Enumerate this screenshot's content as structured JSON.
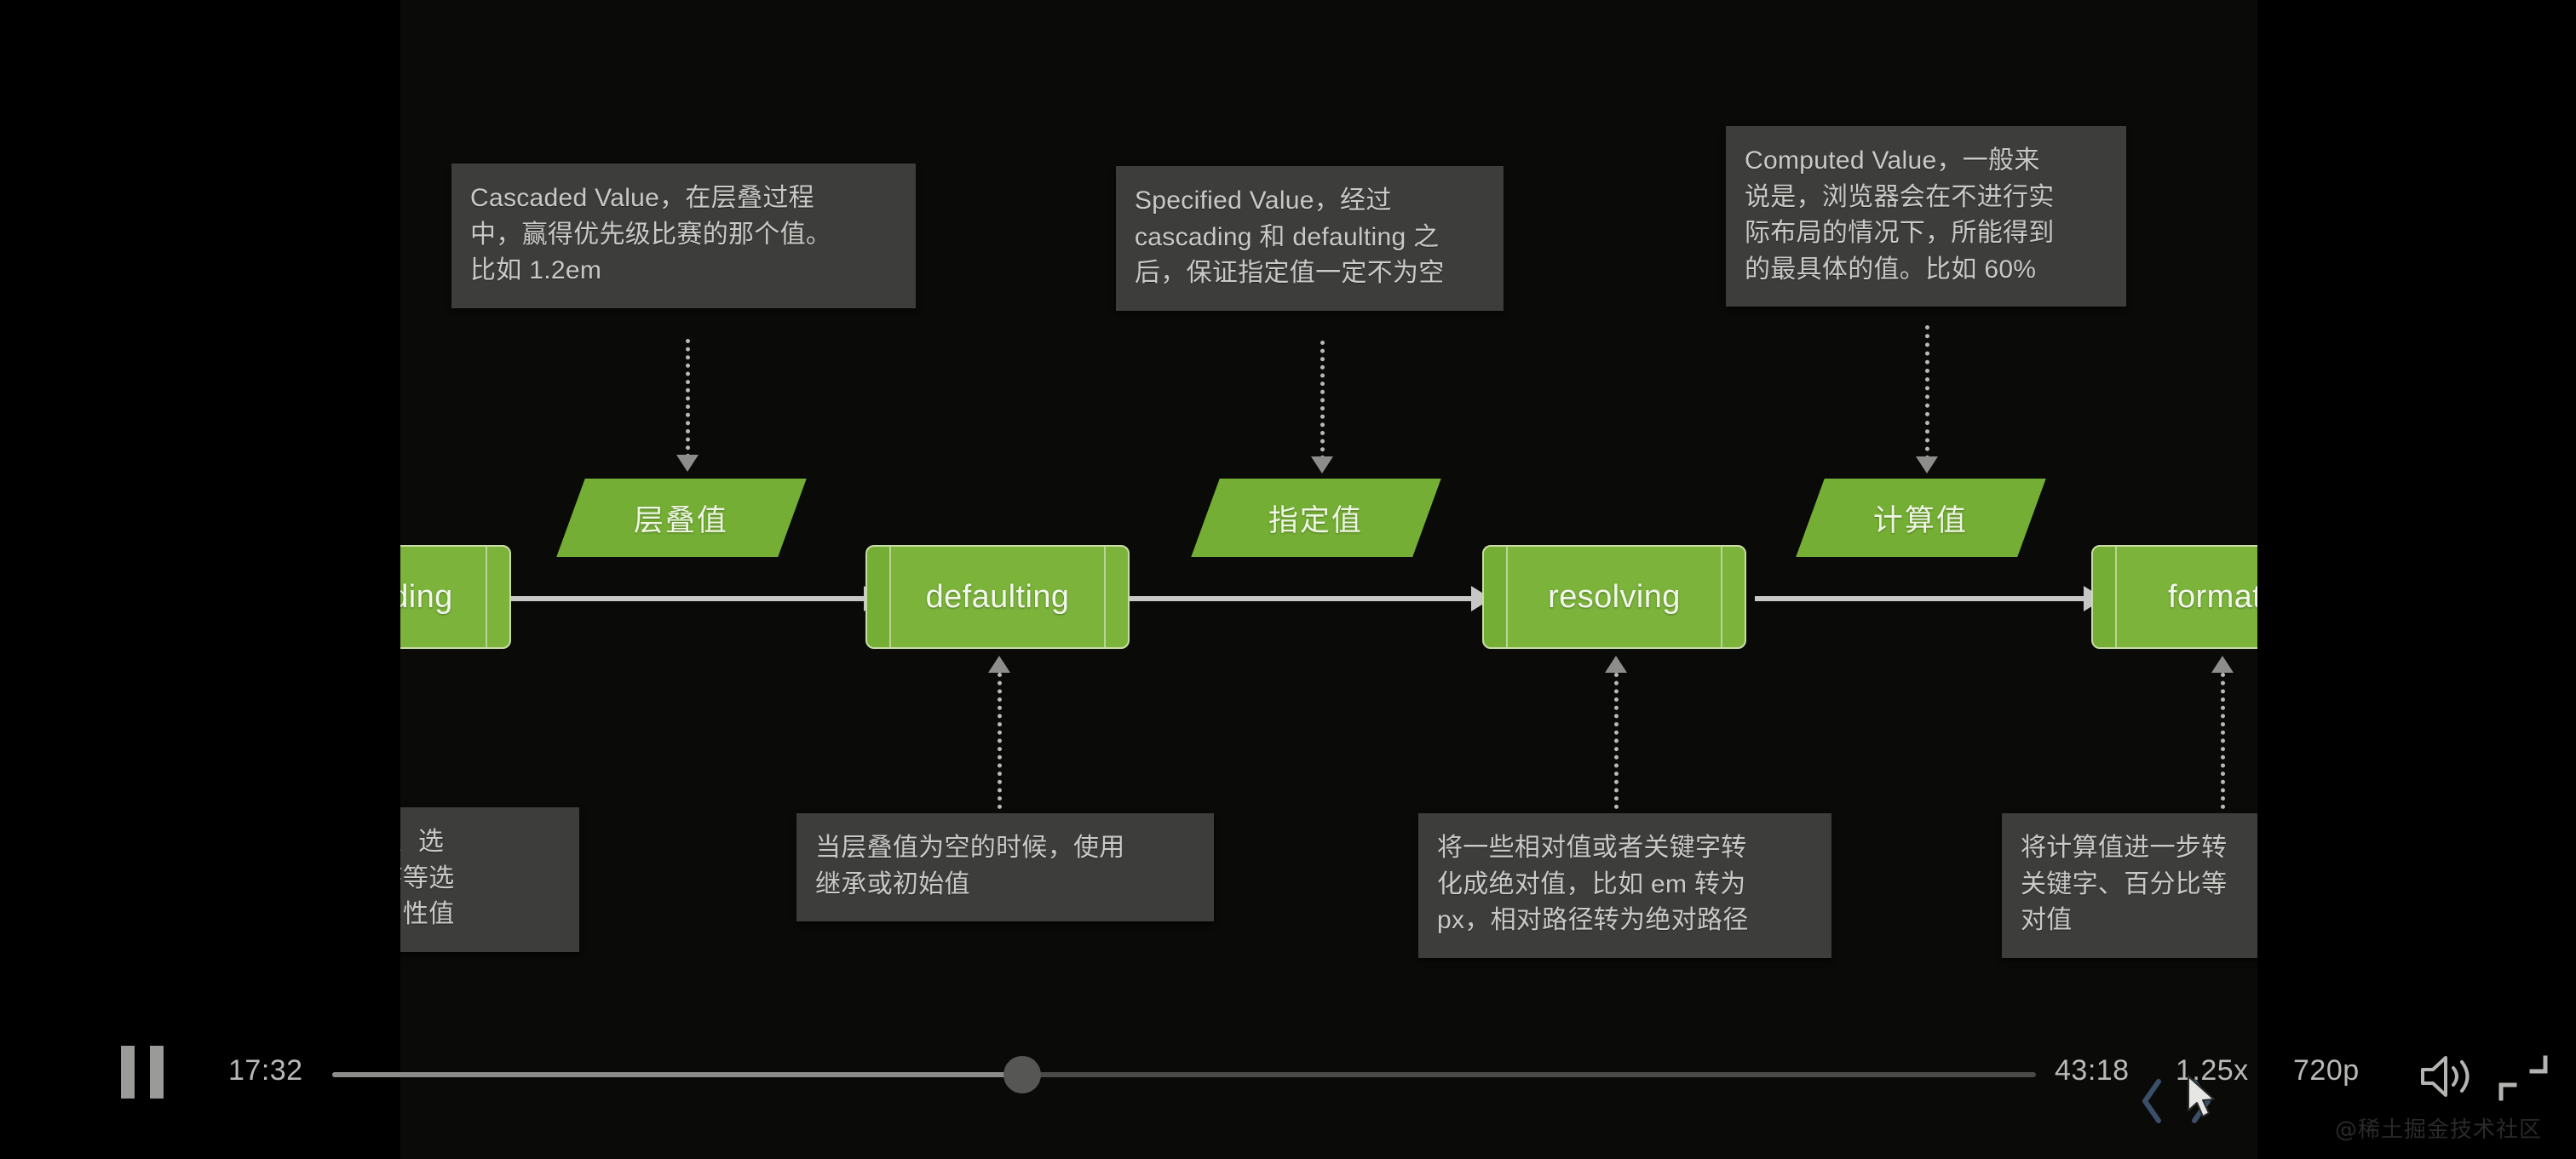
{
  "player": {
    "pause_icon": "pause-icon",
    "current_time": "17:32",
    "total_time": "43:18",
    "speed_label": "1.25x",
    "quality_label": "720p",
    "volume_icon": "volume-high-icon",
    "fullscreen_icon": "exit-fullscreen-icon",
    "progress_percent": 40,
    "watermark": "@稀土掘金技术社区"
  },
  "diagram": {
    "nodes": [
      {
        "id": "cascading",
        "label": "ding",
        "clipped": true
      },
      {
        "id": "defaulting",
        "label": "defaulting",
        "clipped": false
      },
      {
        "id": "resolving",
        "label": "resolving",
        "clipped": false
      },
      {
        "id": "formatting",
        "label": "formatti",
        "clipped": true
      }
    ],
    "value_tags": [
      {
        "id": "cascaded-value",
        "label": "层叠值"
      },
      {
        "id": "specified-value",
        "label": "指定值"
      },
      {
        "id": "computed-value",
        "label": "计算值"
      }
    ],
    "top_notes": [
      {
        "id": "cascaded-value-note",
        "text": "Cascaded Value，在层叠过程\n中，赢得优先级比赛的那个值。\n比如 1.2em"
      },
      {
        "id": "specified-value-note",
        "text": "Specified Value，经过\ncascading 和 defaulting 之\n后，保证指定值一定不为空"
      },
      {
        "id": "computed-value-note",
        "text": "Computed Value，一般来\n说是，浏览器会在不进行实\n际布局的情况下，所能得到\n的最具体的值。比如 60%"
      }
    ],
    "bottom_notes": [
      {
        "id": "cascading-note",
        "text": "ortant、选\n写顺序等选\n一个属性值",
        "clipped": true
      },
      {
        "id": "defaulting-note",
        "text": "当层叠值为空的时候，使用\n继承或初始值",
        "clipped": false
      },
      {
        "id": "resolving-note",
        "text": "将一些相对值或者关键字转\n化成绝对值，比如 em 转为\npx，相对路径转为绝对路径",
        "clipped": false
      },
      {
        "id": "formatting-note",
        "text": "将计算值进一步转\n关键字、百分比等\n对值",
        "clipped": true
      }
    ]
  },
  "colors": {
    "node_green": "#7bb33b",
    "node_green_dark": "#74ae34",
    "note_bg": "#3d3d3b",
    "note_text": "#c9c9c6",
    "arrow": "#c7c7c5",
    "control_text": "#b9b9b7"
  }
}
